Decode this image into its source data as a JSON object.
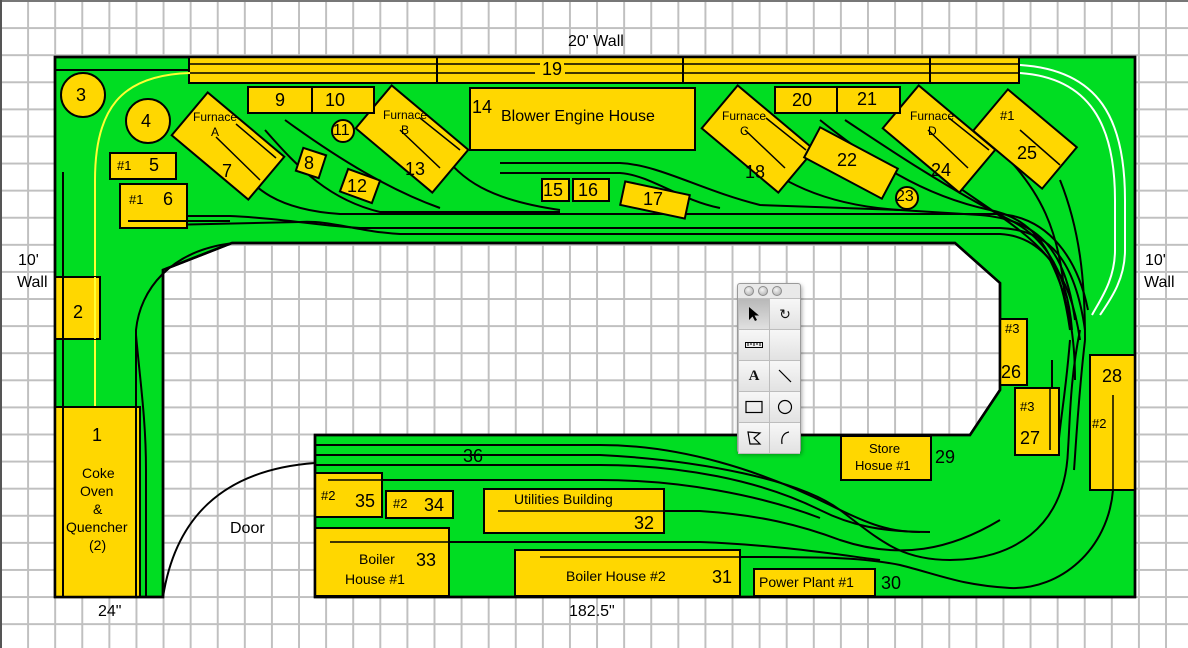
{
  "walls": {
    "top": "20' Wall",
    "left": [
      "10'",
      "Wall"
    ],
    "right": [
      "10'",
      "Wall"
    ]
  },
  "dimensions": {
    "left_width": "24\"",
    "bottom_length": "182.5\"",
    "door": "Door"
  },
  "colors": {
    "layout_green": "#00dd22",
    "structure_yellow": "#ffd700",
    "grid": "#c0c0c0",
    "track": "#000000",
    "yellow_track": "#ffff33",
    "white_track": "#ffffff"
  },
  "structures": [
    {
      "id": "1",
      "label": "1",
      "desc": [
        "Coke",
        "Oven",
        "&",
        "Quencher",
        "(2)"
      ]
    },
    {
      "id": "2",
      "label": "2"
    },
    {
      "id": "3",
      "label": "3"
    },
    {
      "id": "4",
      "label": "4"
    },
    {
      "id": "5",
      "label": "5",
      "tag": "#1"
    },
    {
      "id": "6",
      "label": "6",
      "tag": "#1"
    },
    {
      "id": "7",
      "label": "7",
      "desc": [
        "Furnace",
        "A"
      ]
    },
    {
      "id": "8",
      "label": "8"
    },
    {
      "id": "9",
      "label": "9"
    },
    {
      "id": "10",
      "label": "10"
    },
    {
      "id": "11",
      "label": "11"
    },
    {
      "id": "12",
      "label": "12"
    },
    {
      "id": "13",
      "label": "13",
      "desc": [
        "Furnace",
        "B"
      ]
    },
    {
      "id": "14",
      "label": "14",
      "desc": [
        "Blower Engine House"
      ]
    },
    {
      "id": "15",
      "label": "15"
    },
    {
      "id": "16",
      "label": "16"
    },
    {
      "id": "17",
      "label": "17"
    },
    {
      "id": "18",
      "label": "18",
      "desc": [
        "Furnace",
        "C"
      ]
    },
    {
      "id": "19",
      "label": "19"
    },
    {
      "id": "20",
      "label": "20"
    },
    {
      "id": "21",
      "label": "21"
    },
    {
      "id": "22",
      "label": "22"
    },
    {
      "id": "23",
      "label": "23"
    },
    {
      "id": "24",
      "label": "24",
      "desc": [
        "Furnace",
        "D"
      ]
    },
    {
      "id": "25",
      "label": "25",
      "tag": "#1"
    },
    {
      "id": "26",
      "label": "26",
      "tag": "#3"
    },
    {
      "id": "27",
      "label": "27",
      "tag": "#3"
    },
    {
      "id": "28",
      "label": "28",
      "tag": "#2"
    },
    {
      "id": "29",
      "label": "29",
      "desc": [
        "Store",
        "Hosue #1"
      ]
    },
    {
      "id": "30",
      "label": "30",
      "desc": [
        "Power Plant #1"
      ]
    },
    {
      "id": "31",
      "label": "31",
      "desc": [
        "Boiler House #2"
      ]
    },
    {
      "id": "32",
      "label": "32",
      "desc": [
        "Utilities Building"
      ]
    },
    {
      "id": "33",
      "label": "33",
      "desc": [
        "Boiler",
        "House #1"
      ]
    },
    {
      "id": "34",
      "label": "34",
      "tag": "#2"
    },
    {
      "id": "35",
      "label": "35",
      "tag": "#2"
    },
    {
      "id": "36",
      "label": "36"
    }
  ],
  "tool_palette": {
    "tools": [
      {
        "name": "select-arrow",
        "glyph": "➤",
        "active": true
      },
      {
        "name": "rotate",
        "glyph": "↻",
        "active": false
      },
      {
        "name": "ruler",
        "glyph": "",
        "active": false
      },
      {
        "name": "empty",
        "glyph": "",
        "active": false
      },
      {
        "name": "text",
        "glyph": "A",
        "active": false
      },
      {
        "name": "line",
        "glyph": "",
        "active": false
      },
      {
        "name": "rectangle",
        "glyph": "",
        "active": false
      },
      {
        "name": "ellipse",
        "glyph": "",
        "active": false
      },
      {
        "name": "polygon",
        "glyph": "",
        "active": false
      },
      {
        "name": "arc",
        "glyph": "",
        "active": false
      }
    ]
  }
}
